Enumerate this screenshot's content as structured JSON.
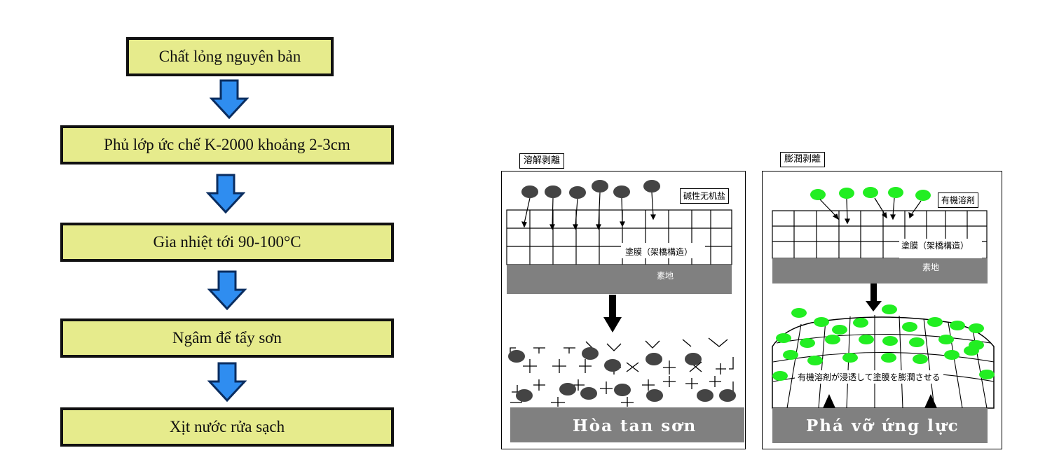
{
  "flow": {
    "steps": [
      "Chất lỏng nguyên bản",
      "Phủ lớp ức chế K-2000 khoảng 2-3cm",
      "Gia nhiệt tới 90-100°C",
      "Ngâm để tẩy sơn",
      "Xịt nước rửa sạch"
    ],
    "arrow_color": "#2f8df0"
  },
  "left_panel": {
    "label": "溶解剥離",
    "chemical": "碱性无机盐",
    "film": "塗膜（架橋構造）",
    "substrate": "素地",
    "result": "Hòa tan sơn"
  },
  "right_panel": {
    "label": "膨潤剥離",
    "solvent": "有機溶剤",
    "film": "塗膜（架橋構造）",
    "substrate": "素地",
    "note": "有機溶剤が浸透して塗膜を膨潤させる",
    "result": "Phá vỡ ứng lực"
  },
  "colors": {
    "step_fill": "#e6eb8c",
    "dark_particle": "#444444",
    "green_particle": "#22ee22",
    "substrate": "#808080"
  }
}
